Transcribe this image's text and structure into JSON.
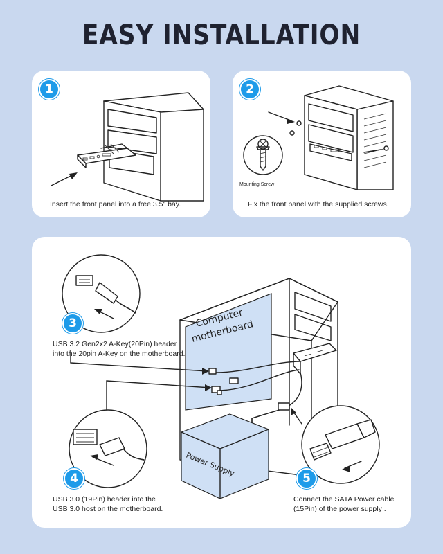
{
  "title": "EASY INSTALLATION",
  "steps": [
    {
      "num": "1",
      "caption": "Insert the front panel into a free 3.5\" bay."
    },
    {
      "num": "2",
      "caption": "Fix the front panel with the supplied screws.",
      "screw_label": "Mounting Screw"
    },
    {
      "num": "3",
      "caption_lines": [
        "USB 3.2 Gen2x2 A-Key(20Pin) header",
        "into the 20pin A-Key on the motherboard."
      ]
    },
    {
      "num": "4",
      "caption_lines": [
        "USB 3.0 (19Pin) header into the",
        "USB 3.0 host on the motherboard."
      ]
    },
    {
      "num": "5",
      "caption_lines": [
        "Connect the SATA Power cable",
        "(15Pin) of the power supply ."
      ]
    }
  ],
  "diagram": {
    "motherboard_label_1": "Computer",
    "motherboard_label_2": "motherboard",
    "psu_label": "Power Supply"
  },
  "colors": {
    "background": "#c9d8ef",
    "badge": "#1e9be9",
    "highlight": "#cfe0f5"
  }
}
